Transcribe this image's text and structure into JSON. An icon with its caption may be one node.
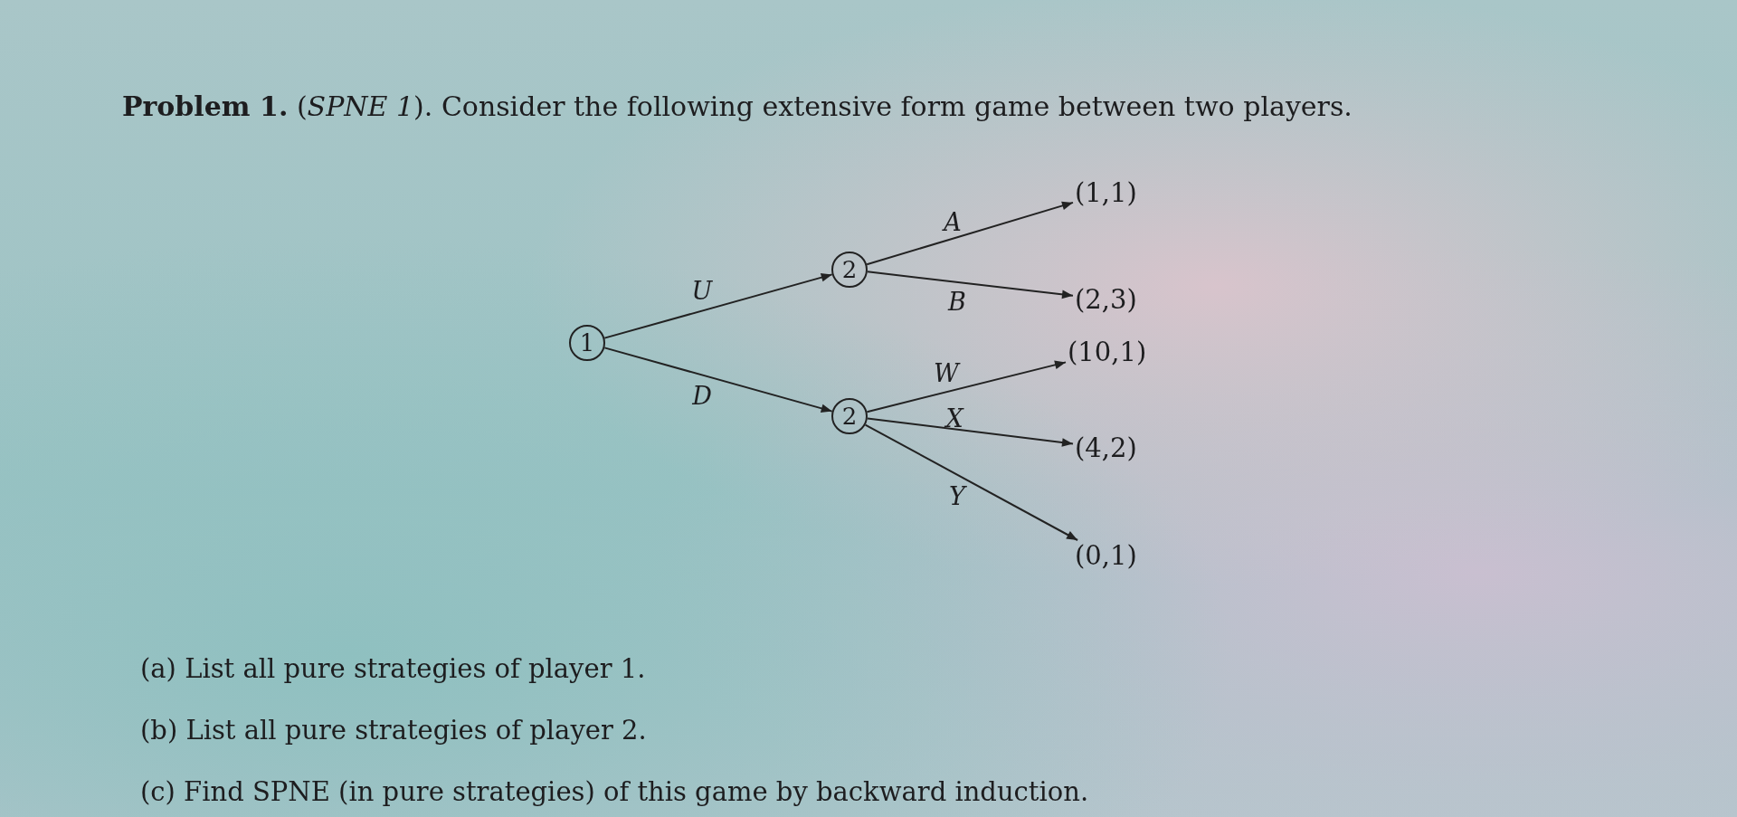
{
  "diagram": {
    "title": "**Problem 1.** (*SPNE 1*). Consider the following extensive form game between two players.",
    "nodes": [
      {
        "text": [
          "1"
        ]
      },
      {
        "text": [
          "2"
        ]
      },
      {
        "text": [
          "2"
        ]
      },
      {
        "text": [
          "(1,1)"
        ]
      },
      {
        "text": [
          "(2,3)"
        ]
      },
      {
        "text": [
          "(10,1)"
        ]
      },
      {
        "text": [
          "(4,2)"
        ]
      },
      {
        "text": [
          "(0,1)"
        ]
      }
    ],
    "edges": [
      {
        "from": 0,
        "to": 1,
        "arrow": "to",
        "label": "U"
      },
      {
        "from": 0,
        "to": 2,
        "arrow": "to",
        "label": "D"
      },
      {
        "from": 1,
        "to": 3,
        "arrow": "to",
        "label": "A"
      },
      {
        "from": 1,
        "to": 4,
        "arrow": "to",
        "label": "B"
      },
      {
        "from": 2,
        "to": 5,
        "arrow": "to",
        "label": "W"
      },
      {
        "from": 2,
        "to": 6,
        "arrow": "to",
        "label": "X"
      },
      {
        "from": 2,
        "to": 7,
        "arrow": "to",
        "label": "Y"
      }
    ],
    "labels": [
      "(a) List all pure strategies of player 1.",
      "(b) List all pure strategies of player 2.",
      "(c) Find SPNE (in pure strategies) of this game by backward induction."
    ]
  }
}
